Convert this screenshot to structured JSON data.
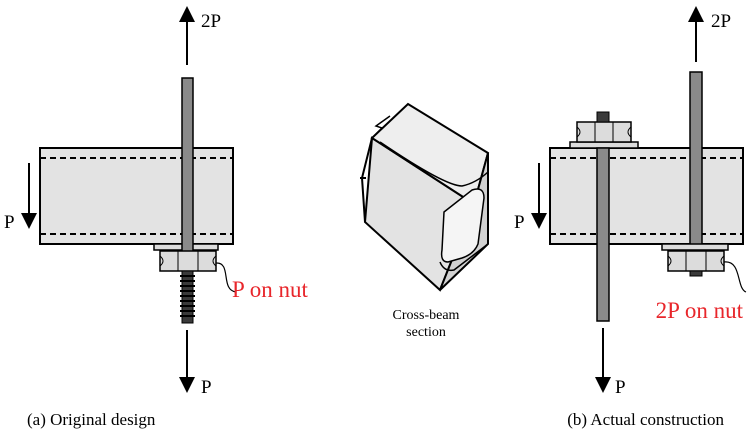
{
  "labels": {
    "a_top_force": "2P",
    "a_side_force": "P",
    "a_bottom_force": "P",
    "a_nut_label": "P on nut",
    "a_caption": "(a) Original design",
    "section_line1": "Cross-beam",
    "section_line2": "section",
    "b_top_force": "2P",
    "b_side_force": "P",
    "b_bottom_force": "P",
    "b_nut_label": "2P on nut",
    "b_caption": "(b) Actual construction"
  },
  "colors": {
    "beam_fill": "#e3e3e3",
    "rod_fill": "#8a8a8a",
    "nut_fill": "#dcdcdc",
    "thread_fill": "#3a3a3a",
    "annotation_red": "#e8262b",
    "stroke": "#000000"
  }
}
